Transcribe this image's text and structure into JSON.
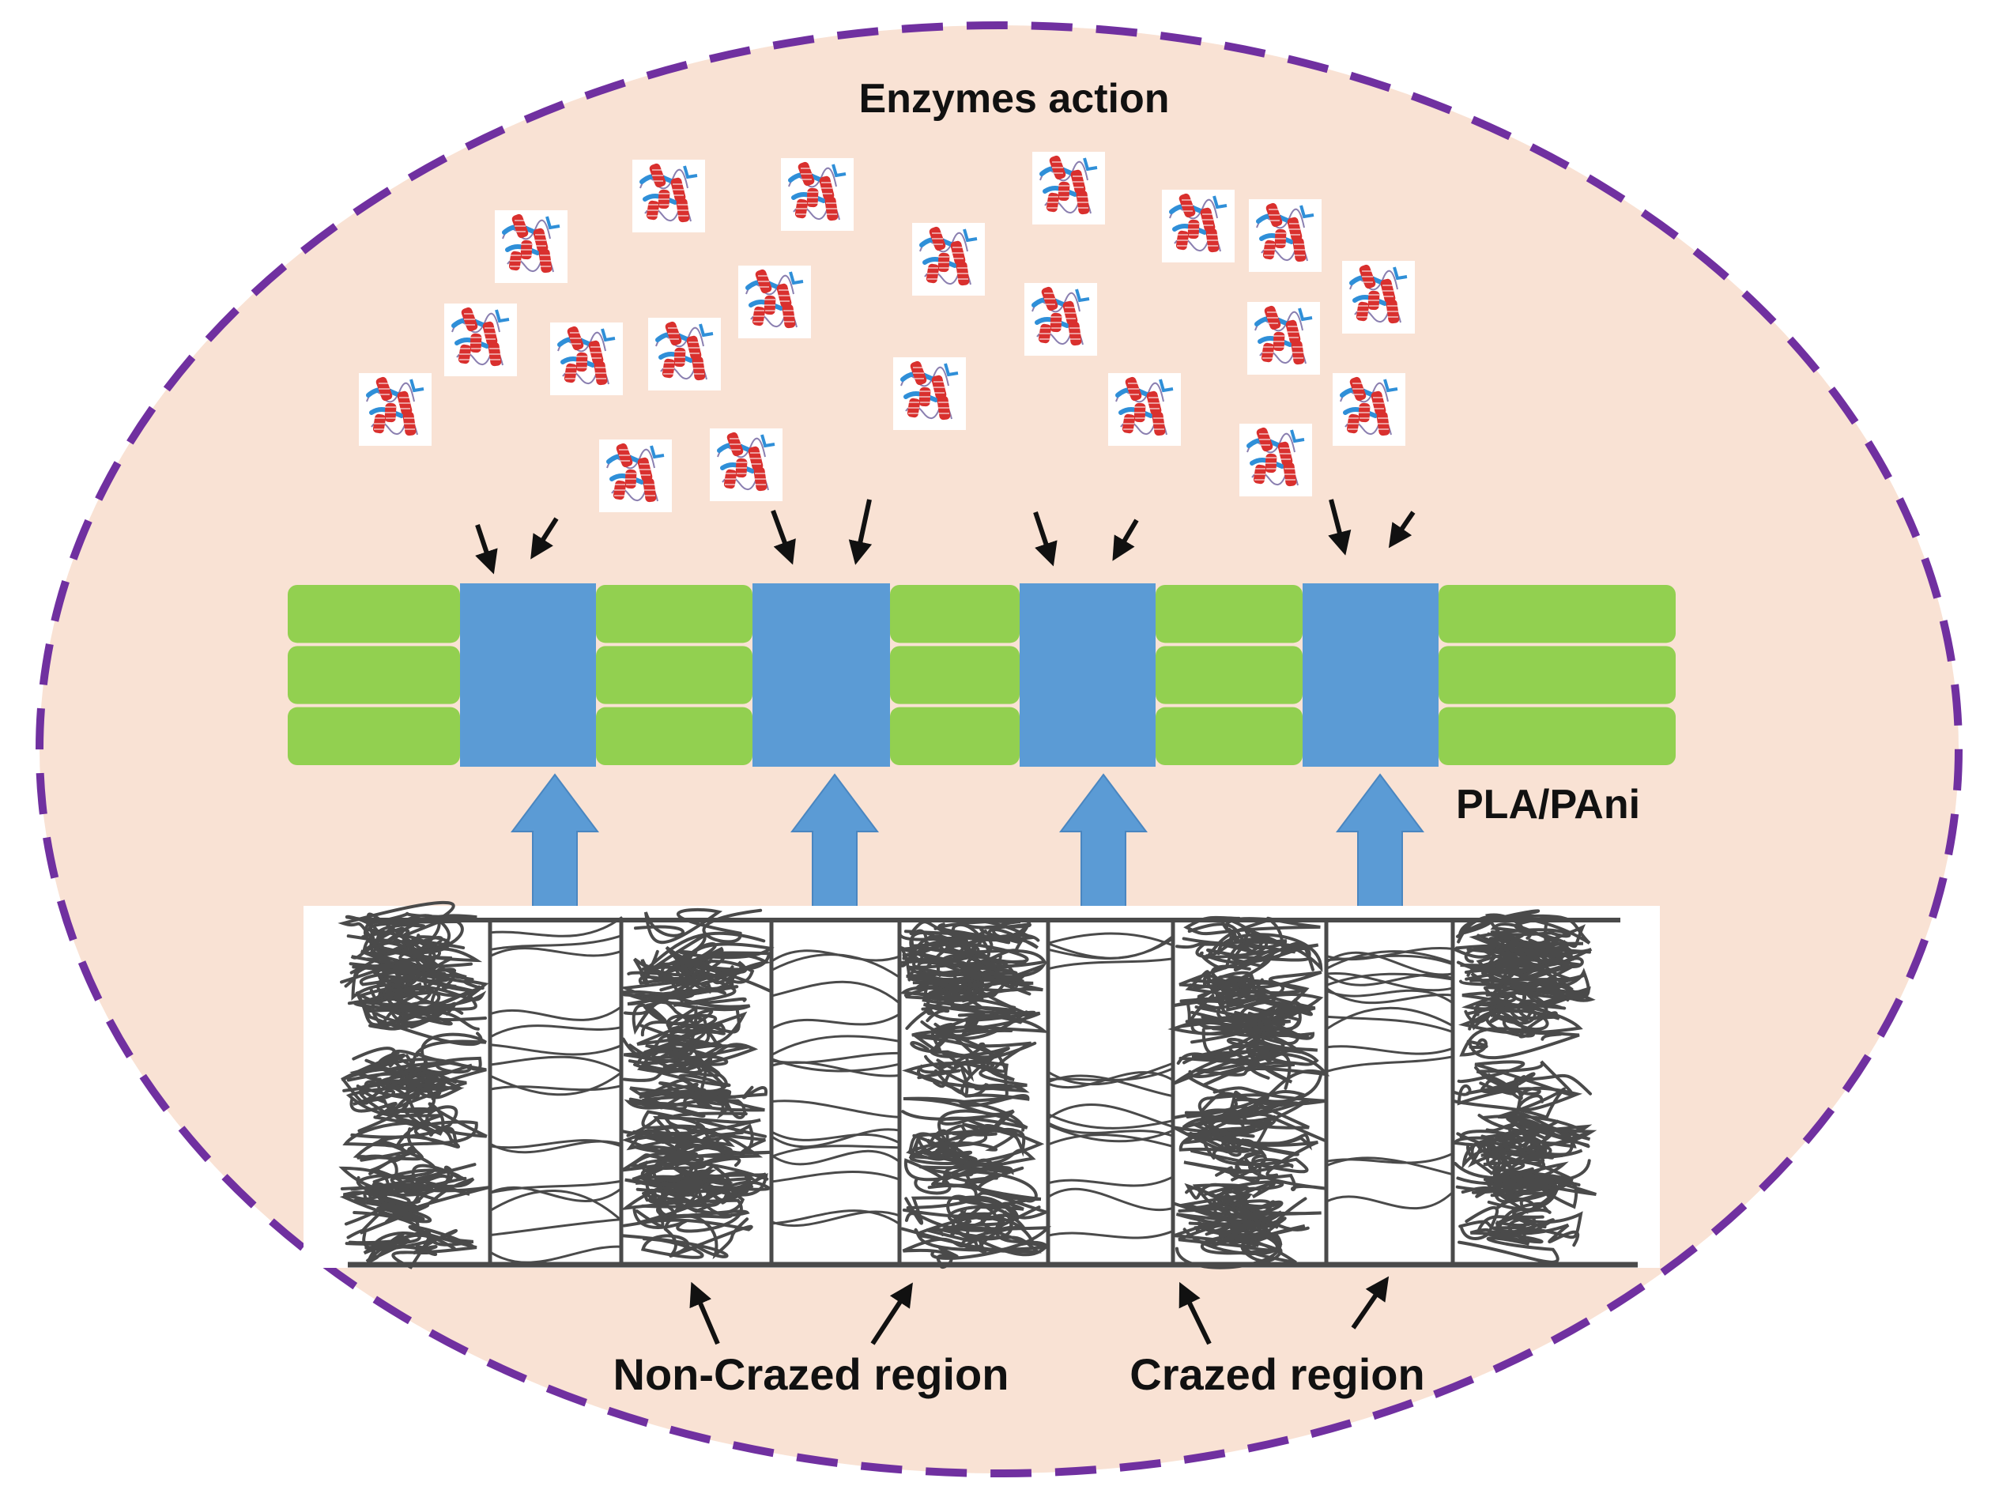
{
  "labels": {
    "title": "Enzymes action",
    "material": "PLA/PAni",
    "non_crazed": "Non-Crazed region",
    "crazed": "Crazed region"
  },
  "colors": {
    "background": "#f9e2d4",
    "border": "#7030a0",
    "film_green": "#92d050",
    "film_blue": "#5b9bd5",
    "up_arrow": "#5b9bd5",
    "chain": "#4a4a4a",
    "text": "#111111",
    "enzyme_red": "#d9302e",
    "enzyme_blue": "#2f8fd8"
  },
  "film": {
    "segments": [
      "green",
      "blue",
      "green",
      "blue",
      "green",
      "blue",
      "green",
      "blue",
      "green"
    ]
  },
  "chain_panel": {
    "regions": [
      "dense",
      "sparse",
      "dense",
      "sparse",
      "dense",
      "sparse",
      "dense",
      "sparse",
      "dense"
    ]
  },
  "icons": {
    "enzyme": "enzyme-protein-icon",
    "attack_arrow": "arrow-icon",
    "transform_arrow": "block-up-arrow-icon"
  }
}
